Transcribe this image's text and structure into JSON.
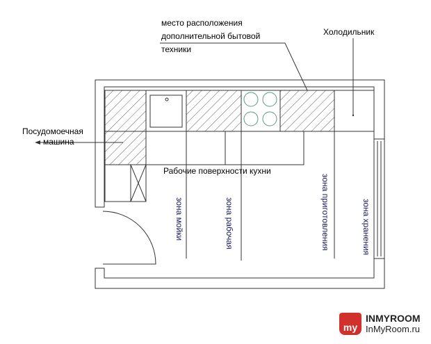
{
  "labels": {
    "appliances_line1": "место расположения",
    "appliances_line2": "дополнительной бытовой",
    "appliances_line3": "техники",
    "fridge": "Холодильник",
    "dishwasher_line1": "Посудомоечная",
    "dishwasher_line2": "машина",
    "work_surfaces": "Рабочие поверхности кухни"
  },
  "zones": {
    "wash": "зона мойки",
    "work": "зона рабочая",
    "cooking": "зона приготовления",
    "storage": "зона хранения"
  },
  "logo": {
    "badge": "my",
    "name": "INMYROOM",
    "url": "InMyRoom.ru"
  },
  "colors": {
    "zone_text": "#1a1a5e",
    "burner": "#5a9a8a",
    "logo": "#d0312d"
  }
}
